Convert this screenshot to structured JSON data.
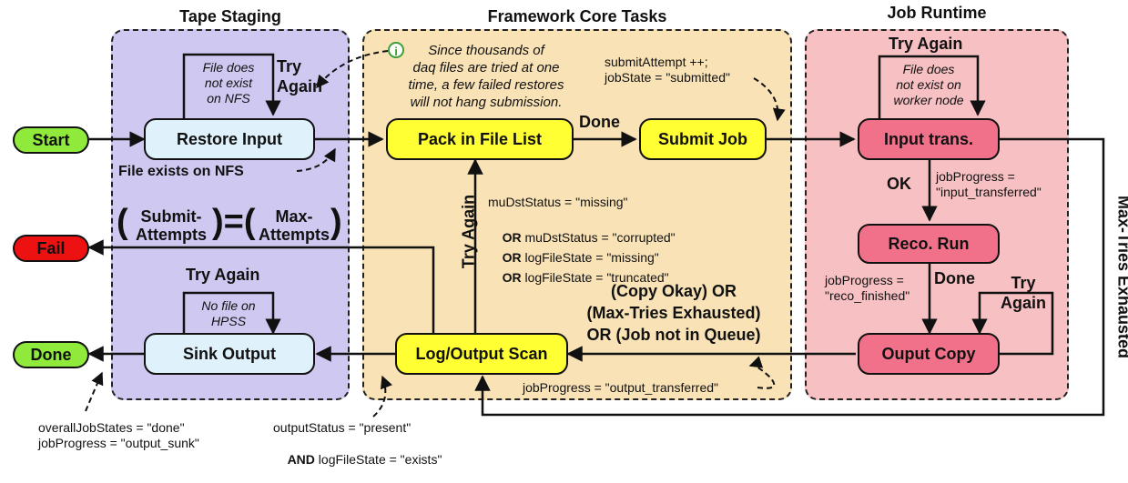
{
  "regions": {
    "tape_staging": "Tape Staging",
    "framework_core": "Framework Core Tasks",
    "job_runtime": "Job Runtime"
  },
  "nodes": {
    "start": "Start",
    "fail": "Fail",
    "done": "Done",
    "restore_input": "Restore Input",
    "sink_output": "Sink Output",
    "pack_file_list": "Pack in File List",
    "submit_job": "Submit Job",
    "log_output_scan": "Log/Output Scan",
    "input_trans": "Input trans.",
    "reco_run": "Reco. Run",
    "output_copy": "Ouput Copy"
  },
  "labels": {
    "try_again_tape_top": "Try\nAgain",
    "file_not_on_nfs": "File does\nnot exist\non NFS",
    "file_exists_nfs": "File exists on NFS",
    "equation_left_paren": "(",
    "equation_left": "Submit-\nAttempts",
    "equation_mid": ")=(",
    "equation_right": "Max-\nAttempts",
    "equation_right_paren": ")",
    "try_again_sink": "Try Again",
    "no_file_hpss": "No file on\nHPSS",
    "info_icon": "i",
    "info_note": "Since thousands of\ndaq files are tried at one\ntime, a few failed restores\nwill not hang submission.",
    "done_label": "Done",
    "submit_attempt": "submitAttempt ++;\njobState = \"submitted\"",
    "try_again_vertical": "Try Again",
    "mudst_line1": "muDstStatus = \"missing\"",
    "or_word": "OR",
    "mudst_line2": " muDstStatus = \"corrupted\"",
    "log_line3": " logFileState = \"missing\"",
    "log_line4": " logFileState = \"truncated\"",
    "copy_okay_condition": "(Copy Okay) OR\n(Max-Tries Exhausted)\nOR (Job not in Queue)",
    "job_progress_output_transferred": "jobProgress = \"output_transferred\"",
    "try_again_runtime_top": "Try Again",
    "file_not_worker": "File does\nnot exist on\nworker node",
    "ok_label": "OK",
    "job_progress_input_transferred": "jobProgress =\n\"input_transferred\"",
    "job_progress_reco_finished": "jobProgress =\n\"reco_finished\"",
    "done_reco": "Done",
    "try_again_copy": "Try\nAgain",
    "max_tries_exhausted": "Max-Tries Exhausted",
    "overall_job_states": "overallJobStates = \"done\"\njobProgress = \"output_sunk\"",
    "output_status_present": "outputStatus = \"present\"",
    "and_word": "AND",
    "log_file_exists": " logFileState = \"exists\""
  },
  "colors": {
    "tape_bg": "#cfc8f0",
    "core_bg": "#f8e2b6",
    "runtime_bg": "#f7c0c3",
    "blue_node": "#dff1fb",
    "yellow_node": "#ffff33",
    "pink_node": "#f2718a",
    "green_node": "#8fea3c",
    "red_node": "#ee1111",
    "info_green": "#3aa03a"
  }
}
